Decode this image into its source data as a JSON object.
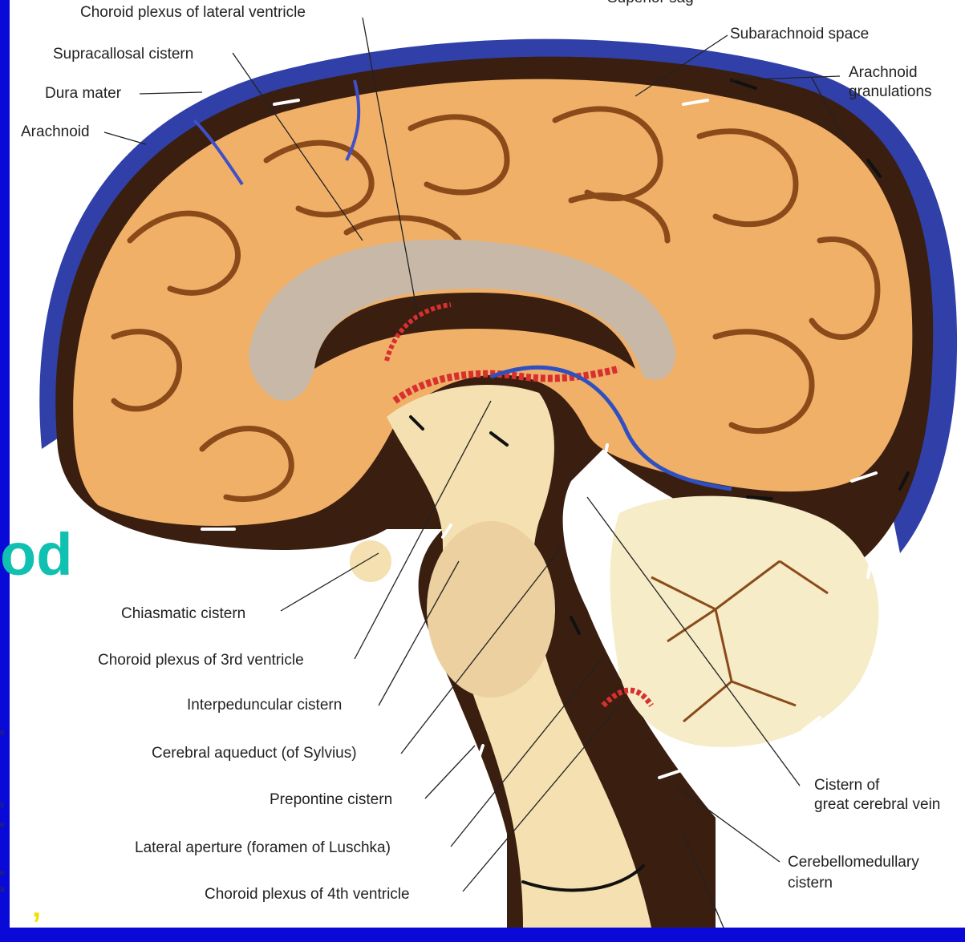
{
  "slide": {
    "background": "#0a0ad8",
    "partial_word": "od",
    "partial_word_color": "#10c0b0",
    "partial_mark": "’",
    "partial_mark_color": "#f0e000",
    "edge_letters": [
      "e",
      "s",
      "e",
      "e",
      "a"
    ]
  },
  "figure": {
    "subject": "midsagittal section of brain with CSF circulation",
    "colors": {
      "brain": "#f0b068",
      "sulci": "#8a4a1a",
      "csf_space": "#3a1e10",
      "sinus": "#3040a8",
      "corpus_callosum": "#c8b8a8",
      "brainstem": "#f4e0b0",
      "choroid": "#d83030",
      "vein": "#3050c0"
    },
    "labels": {
      "choroid_lateral": "Choroid plexus of lateral ventricle",
      "superior_sagittal_partial": "Superior sag",
      "supracallosal": "Supracallosal cistern",
      "dura": "Dura mater",
      "arachnoid": "Arachnoid",
      "subarachnoid": "Subarachnoid space",
      "granulations_1": "Arachnoid",
      "granulations_2": "granulations",
      "chiasmatic": "Chiasmatic cistern",
      "choroid_3rd": "Choroid plexus of 3rd ventricle",
      "interpeduncular": "Interpeduncular cistern",
      "aqueduct": "Cerebral aqueduct (of Sylvius)",
      "prepontine": "Prepontine cistern",
      "lateral_aperture": "Lateral aperture (foramen of Luschka)",
      "choroid_4th": "Choroid plexus of 4th ventricle",
      "great_vein_1": "Cistern of",
      "great_vein_2": "great cerebral vein",
      "cerebellomedullary_1": "Cerebellomedullary",
      "cerebellomedullary_2": "cistern"
    }
  }
}
